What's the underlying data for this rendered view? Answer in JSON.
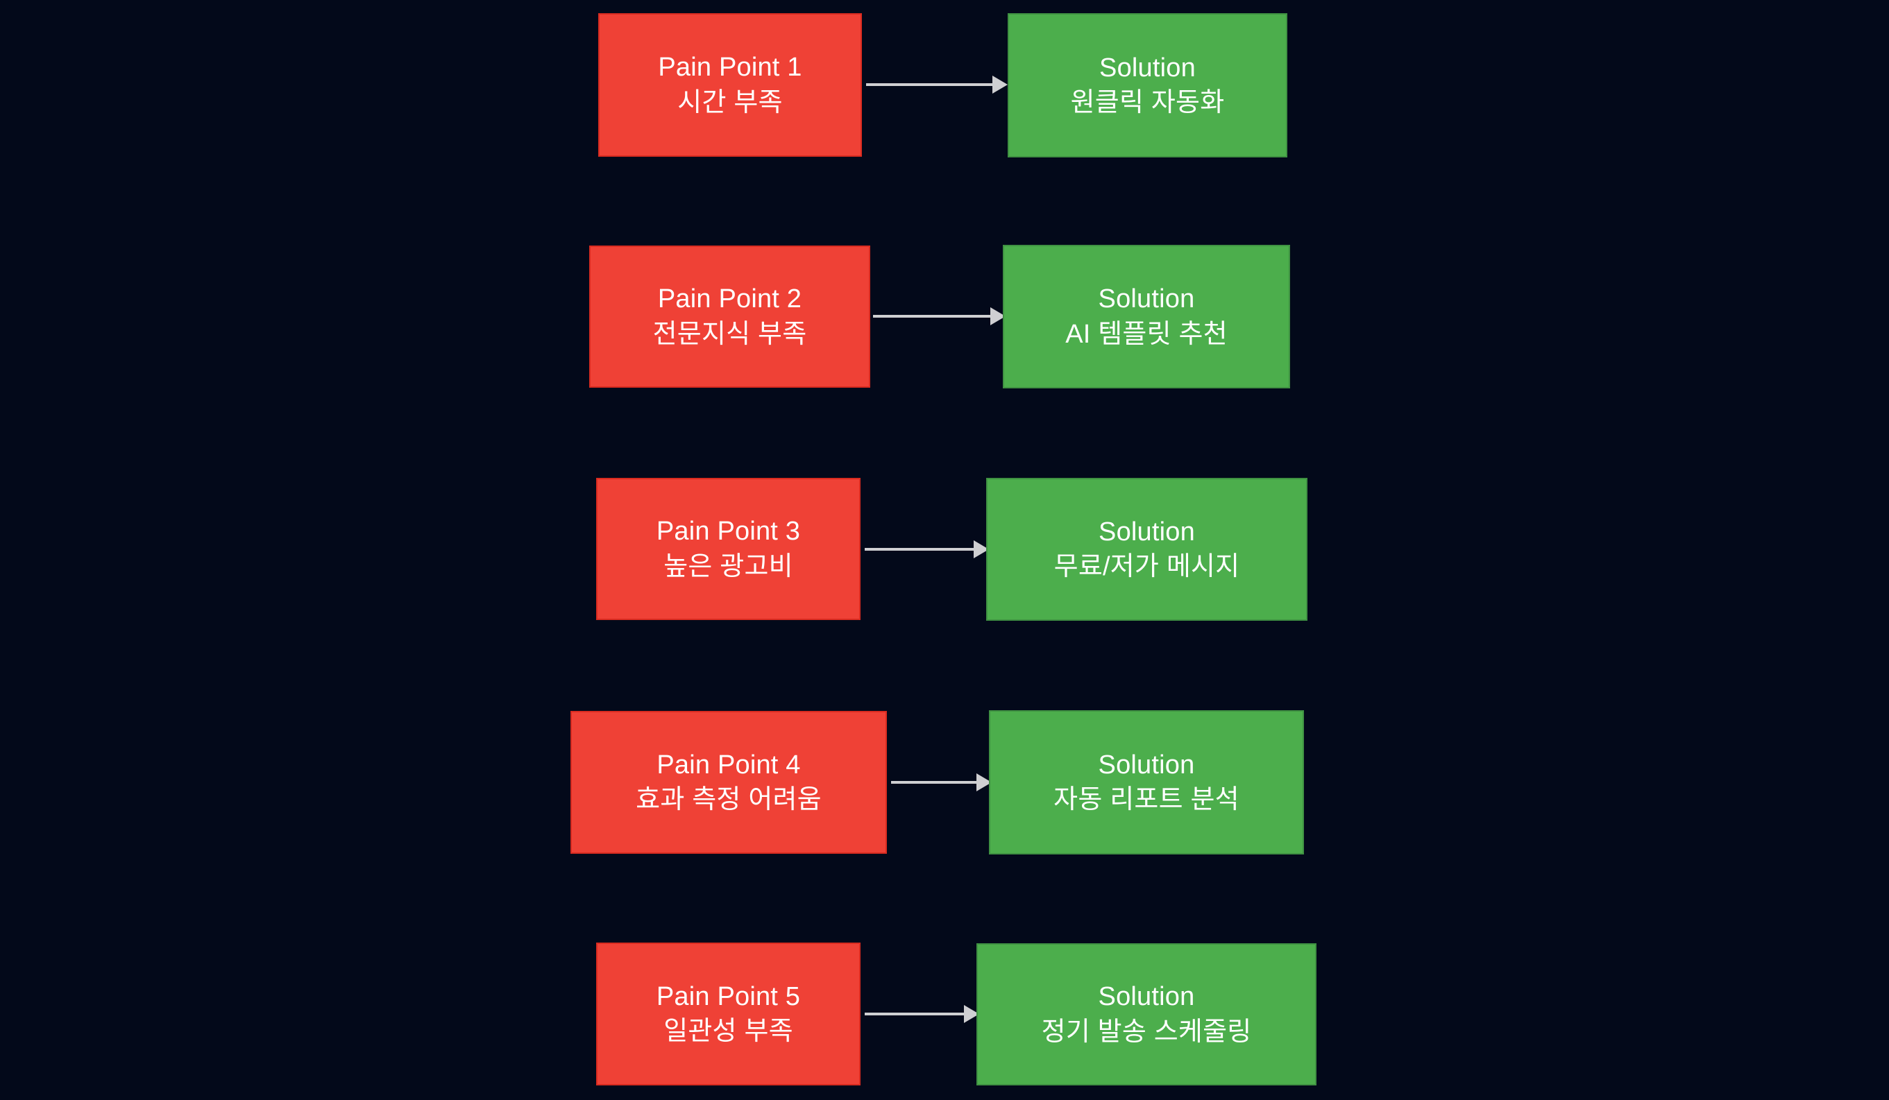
{
  "background_color": "#03091a",
  "palette": {
    "pain_fill": "#ef4136",
    "pain_border": "#d92b20",
    "solution_fill": "#4cae4c",
    "solution_border": "#3f9142",
    "arrow": "#cfcfd2",
    "text": "#ffffff"
  },
  "diagram": {
    "type": "flowchart",
    "direction": "left-to-right-pairs",
    "rows": [
      {
        "id": 1,
        "pain": {
          "line1": "Pain Point 1",
          "line2": "시간 부족"
        },
        "solution": {
          "line1": "Solution",
          "line2": "원클릭 자동화"
        },
        "connector": "arrow"
      },
      {
        "id": 2,
        "pain": {
          "line1": "Pain Point 2",
          "line2": "전문지식 부족"
        },
        "solution": {
          "line1": "Solution",
          "line2": "AI 템플릿 추천"
        },
        "connector": "arrow"
      },
      {
        "id": 3,
        "pain": {
          "line1": "Pain Point 3",
          "line2": "높은 광고비"
        },
        "solution": {
          "line1": "Solution",
          "line2": "무료/저가 메시지"
        },
        "connector": "arrow"
      },
      {
        "id": 4,
        "pain": {
          "line1": "Pain Point 4",
          "line2": "효과 측정 어려움"
        },
        "solution": {
          "line1": "Solution",
          "line2": "자동 리포트 분석"
        },
        "connector": "arrow"
      },
      {
        "id": 5,
        "pain": {
          "line1": "Pain Point 5",
          "line2": "일관성 부족"
        },
        "solution": {
          "line1": "Solution",
          "line2": "정기 발송 스케줄링"
        },
        "connector": "arrow"
      }
    ]
  }
}
